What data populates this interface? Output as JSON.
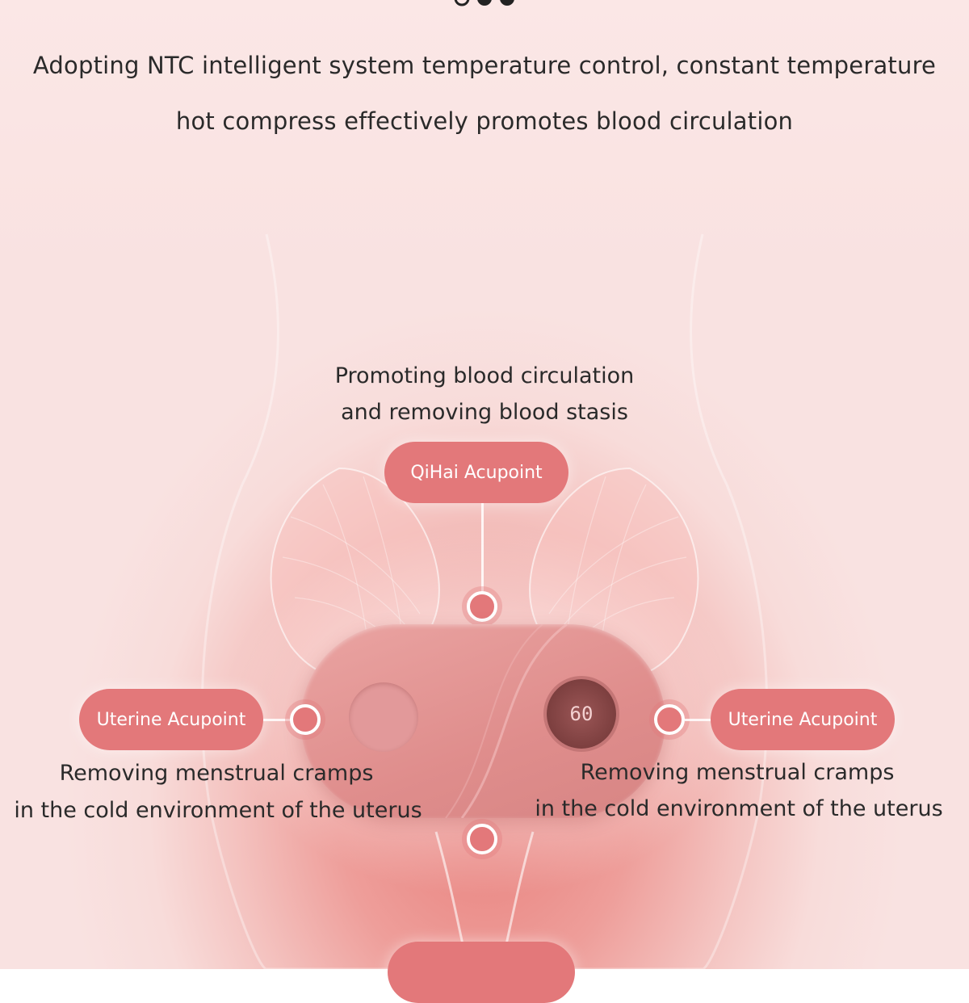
{
  "headline": {
    "line1": "Adopting NTC intelligent system temperature control, constant temperature",
    "line2": "hot compress effectively promotes blood circulation"
  },
  "top_caption": {
    "line1": "Promoting blood circulation",
    "line2": "and removing blood stasis"
  },
  "acupoints": {
    "qihai": "QiHai Acupoint",
    "uterine_left": "Uterine Acupoint",
    "uterine_right": "Uterine Acupoint"
  },
  "side_caption_left": {
    "line1": "Removing menstrual cramps",
    "line2": "in the cold environment of the uterus"
  },
  "side_caption_right": {
    "line1": "Removing menstrual cramps",
    "line2": "in the cold environment of the uterus"
  },
  "device": {
    "display_value": "60"
  },
  "colors": {
    "accent": "#e3787a",
    "text": "#2a2a2a"
  }
}
